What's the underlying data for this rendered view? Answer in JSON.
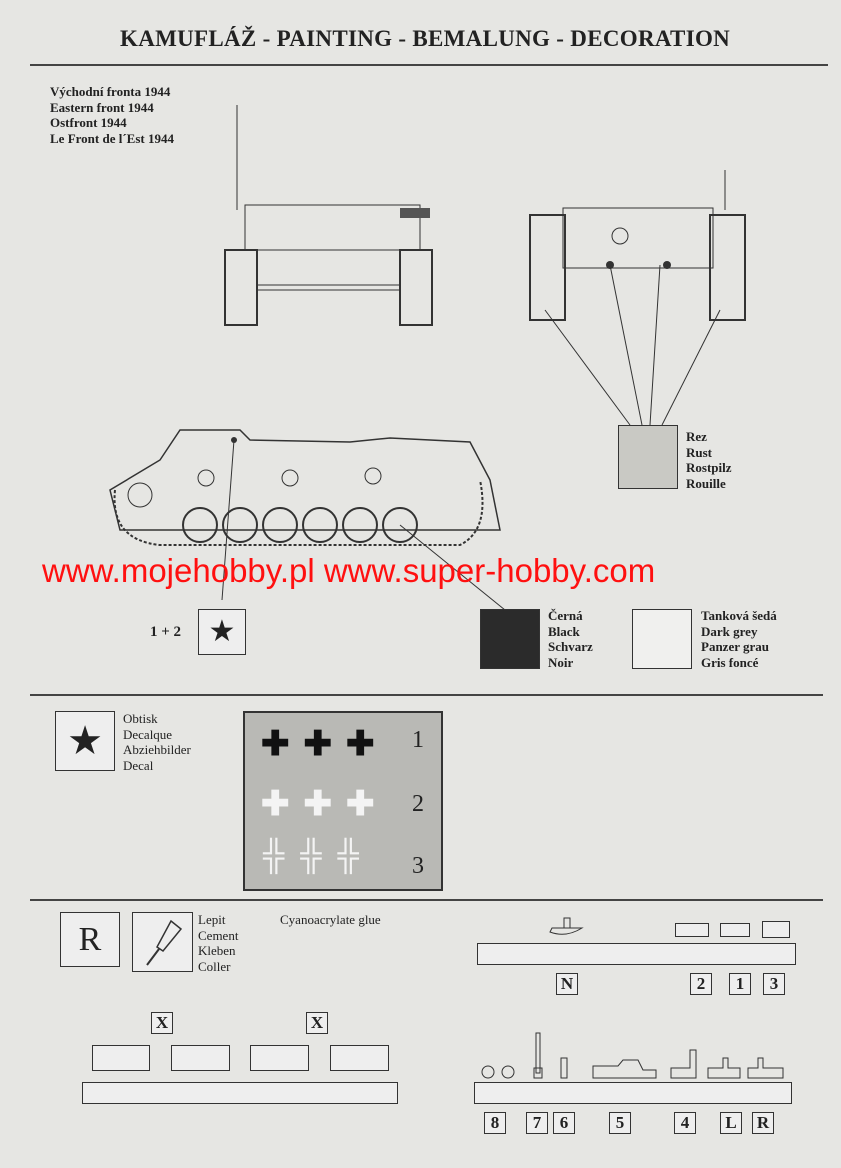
{
  "title": "KAMUFLÁŽ - PAINTING - BEMALUNG - DECORATION",
  "scheme": [
    "Východní fronta 1944",
    "Eastern front 1944",
    "Ostfront 1944",
    "Le Front de l´Est 1944"
  ],
  "rust": [
    "Rez",
    "Rust",
    "Rostpilz",
    "Rouille"
  ],
  "black": [
    "Černá",
    "Black",
    "Schvarz",
    "Noir"
  ],
  "dark_grey": [
    "Tanková šedá",
    "Dark grey",
    "Panzer grau",
    "Gris foncé"
  ],
  "decal_ref": "1 + 2",
  "decal_legend": [
    "Obtisk",
    "Decalque",
    "Abziehbilder",
    "Decal"
  ],
  "decal_rows": [
    "1",
    "2",
    "3"
  ],
  "glue_letter": "R",
  "glue_legend": [
    "Lepit",
    "Cement",
    "Kleben",
    "Coller"
  ],
  "glue_type": "Cyanoacrylate glue",
  "watermark": "www.mojehobby.pl www.super-hobby.com",
  "parts_right_top": [
    "N",
    "2",
    "1",
    "3"
  ],
  "parts_left": [
    "X",
    "X"
  ],
  "parts_right_bottom": [
    "8",
    "7",
    "6",
    "5",
    "4",
    "L",
    "R"
  ],
  "colors": {
    "rust": "#c9c9c4",
    "black": "#2b2b2b",
    "dark_grey": "#f0f0ee",
    "decal_sheet": "#b9b9b5"
  }
}
